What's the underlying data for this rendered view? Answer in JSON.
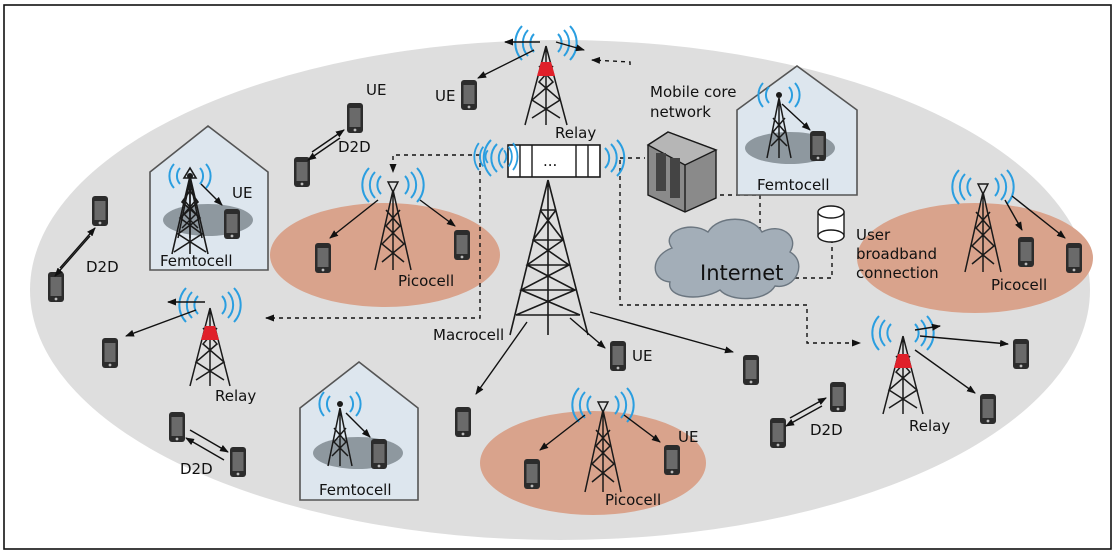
{
  "labels": {
    "macrocell": "Macrocell",
    "picocell": "Picocell",
    "femtocell": "Femtocell",
    "relay": "Relay",
    "ue": "UE",
    "d2d": "D2D",
    "internet": "Internet",
    "core_network": [
      "Mobile core",
      "network"
    ],
    "broadband": [
      "User",
      "broadband",
      "connection"
    ],
    "ellipsis": "..."
  },
  "colors": {
    "macro_area": "#dedede",
    "picocell_area": "#d9a38c",
    "femto_house": "#dde6ee",
    "femto_area": "#8e989f",
    "cloud": "#a3aeb8",
    "relay_accent": "#e0202a",
    "signal": "#2a9ee0"
  }
}
